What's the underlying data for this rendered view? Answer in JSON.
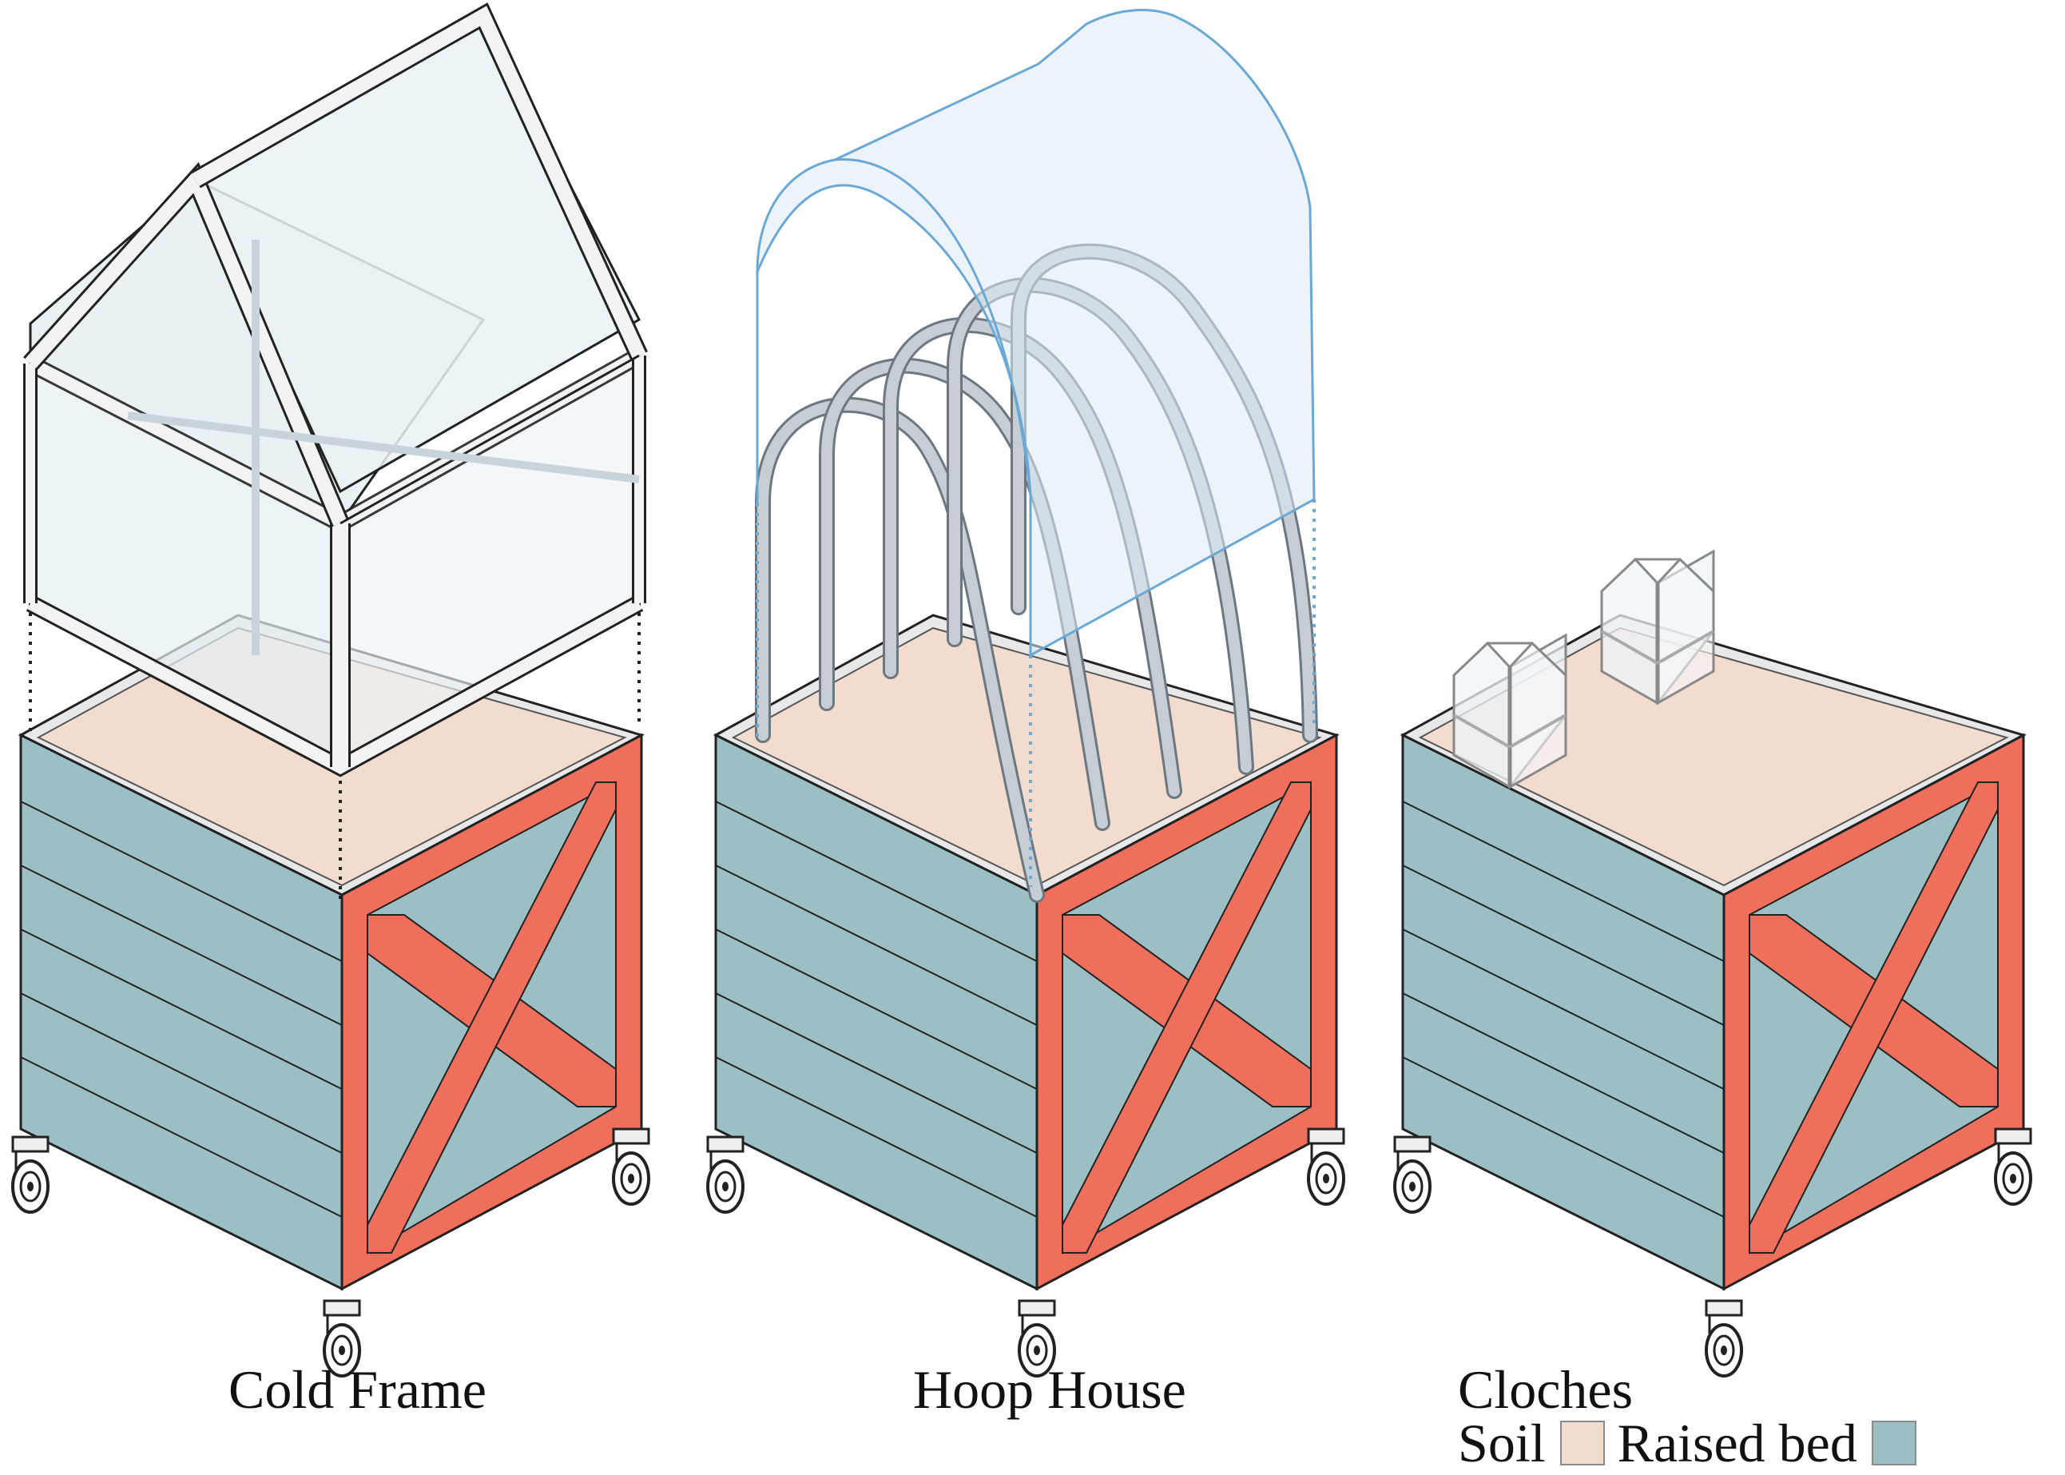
{
  "captions": {
    "cold_frame": "Cold Frame",
    "hoop_house": "Hoop House",
    "cloches": "Cloches"
  },
  "legend": {
    "soil": {
      "label": "Soil",
      "color": "#f2dccf"
    },
    "raised_bed": {
      "label": "Raised bed",
      "color": "#9bbfc2"
    }
  },
  "colors": {
    "bed_side": "#9bbfc2",
    "bed_frame": "#ef6f5c",
    "soil": "#f2dccf",
    "glass": "#dfeef5",
    "frame_white": "#f3f3f3",
    "hoop": "#c6ced3",
    "cover_stroke": "#6aa8d6",
    "outline": "#222222"
  },
  "icons": [
    "caster-wheel-icon",
    "greenhouse-icon",
    "hoop-arch-icon",
    "cloche-icon"
  ]
}
